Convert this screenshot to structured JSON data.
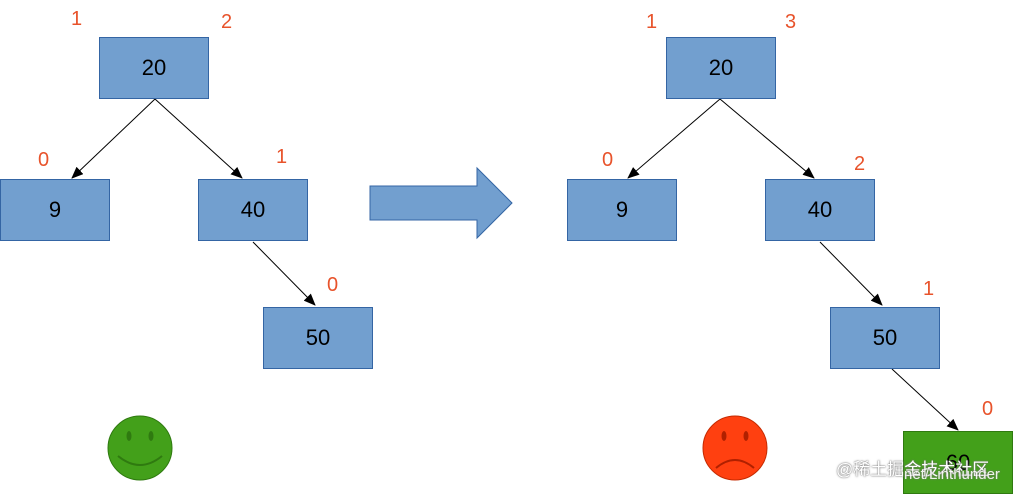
{
  "left_tree": {
    "nodes": {
      "n20": "20",
      "n9": "9",
      "n40": "40",
      "n50": "50"
    },
    "heights": {
      "n20_left": "1",
      "n20_right": "2",
      "n9": "0",
      "n40": "1",
      "n50": "0"
    }
  },
  "right_tree": {
    "nodes": {
      "n20": "20",
      "n9": "9",
      "n40": "40",
      "n50": "50",
      "n60": "60"
    },
    "heights": {
      "n20_left": "1",
      "n20_right": "3",
      "n9": "0",
      "n40": "2",
      "n50": "1",
      "n60": "0"
    }
  },
  "faces": {
    "happy": "smiley-face-icon",
    "sad": "frowning-face-icon"
  },
  "colors": {
    "node_fill": "#729fcf",
    "node_border": "#3465a4",
    "new_node_fill": "#43a01a",
    "label_color": "#e8532b",
    "arrow_fill": "#729fcf",
    "happy_face": "#43a01a",
    "sad_face": "#ff4010"
  },
  "watermark": {
    "line1": "@稀土掘金技术社区",
    "line2": "net/Linthunder"
  }
}
